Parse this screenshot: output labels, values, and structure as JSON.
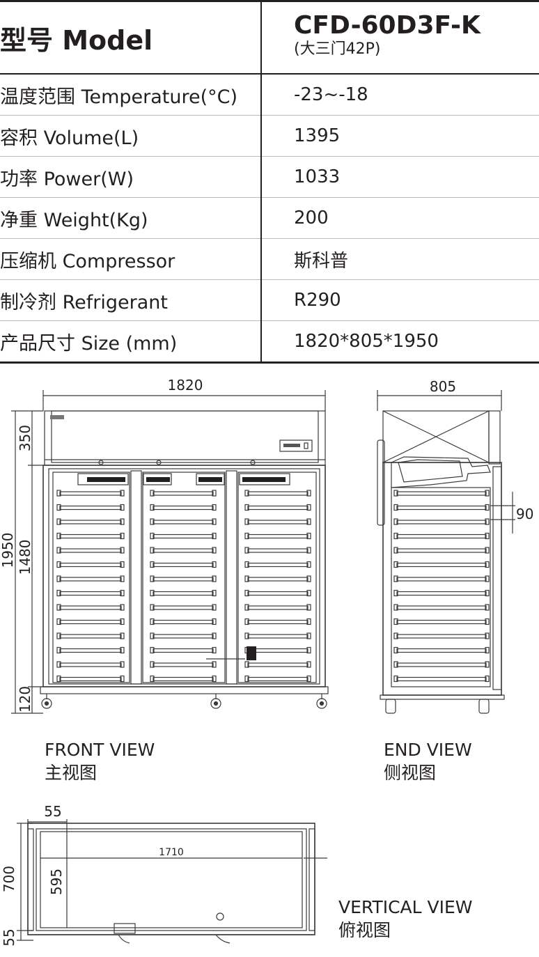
{
  "spec": {
    "model_label": "型号 Model",
    "model_value": "CFD-60D3F-K",
    "model_sub": "(大三门42P)",
    "rows": [
      {
        "label": "温度范围 Temperature(°C)",
        "value": "-23~-18"
      },
      {
        "label": "容积 Volume(L)",
        "value": "1395"
      },
      {
        "label": "功率 Power(W)",
        "value": "1033"
      },
      {
        "label": "净重 Weight(Kg)",
        "value": "200"
      },
      {
        "label": "压缩机 Compressor",
        "value": "斯科普"
      },
      {
        "label": "制冷剂 Refrigerant",
        "value": "R290"
      },
      {
        "label": "产品尺寸 Size (mm)",
        "value": "1820*805*1950"
      }
    ]
  },
  "front_view": {
    "title_en": "FRONT VIEW",
    "title_cn": "主视图",
    "dim_width": "1820",
    "dim_total_height": "1950",
    "dim_top": "350",
    "dim_middle": "1480",
    "dim_bottom": "120"
  },
  "end_view": {
    "title_en": "END VIEW",
    "title_cn": "侧视图",
    "dim_depth": "805",
    "dim_tray_pitch": "90"
  },
  "vertical_view": {
    "title_en": "VERTICAL VIEW",
    "title_cn": "俯视图",
    "dim_edge_top": "55",
    "dim_inner_width": "1710",
    "dim_total_depth": "700",
    "dim_inner_depth": "595",
    "dim_edge_bottom": "55"
  }
}
